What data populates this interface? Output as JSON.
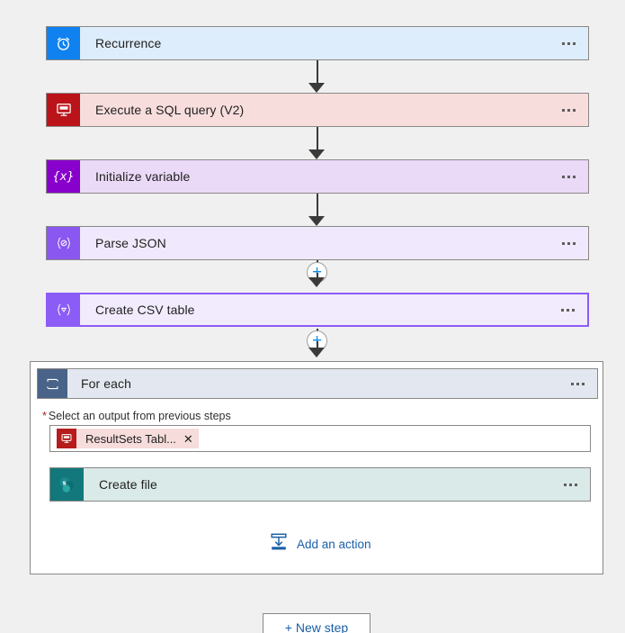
{
  "flow": {
    "steps": [
      {
        "id": "recurrence",
        "label": "Recurrence",
        "icon": "alarm-clock-icon",
        "icon_bg": "#0f82f0",
        "body_bg": "#deedfb",
        "selected": false,
        "ellipsis": "..."
      },
      {
        "id": "execute-sql-query",
        "label": "Execute a SQL query (V2)",
        "icon": "sql-server-icon",
        "icon_bg": "#ba141a",
        "body_bg": "#f7dedd",
        "selected": false,
        "ellipsis": "..."
      },
      {
        "id": "initialize-variable",
        "label": "Initialize variable",
        "icon": "variable-braces-x-icon",
        "icon_bg": "#8800cc",
        "body_bg": "#ead9f7",
        "selected": false,
        "ellipsis": "..."
      },
      {
        "id": "parse-json",
        "label": "Parse JSON",
        "icon": "parse-json-braces-icon",
        "icon_bg": "#8a57f0",
        "body_bg": "#f0e9fd",
        "selected": false,
        "ellipsis": "..."
      },
      {
        "id": "create-csv-table",
        "label": "Create CSV table",
        "icon": "data-operation-braces-icon",
        "icon_bg": "#8b5cf6",
        "body_bg": "#f1ebfd",
        "selected": true,
        "ellipsis": "..."
      }
    ],
    "foreach": {
      "label": "For each",
      "icon": "loop-repeat-icon",
      "icon_bg": "#4a6489",
      "header_bg": "#e3e8f0",
      "ellipsis": "...",
      "field": {
        "required_marker": "*",
        "label": "Select an output from previous steps",
        "token": {
          "text": "ResultSets Tabl...",
          "icon": "sql-server-icon",
          "remove_label": "✕"
        }
      },
      "child_step": {
        "id": "create-file",
        "label": "Create file",
        "icon": "sharepoint-icon",
        "icon_bg": "#13787b",
        "body_bg": "#daeae8",
        "ellipsis": "..."
      },
      "add_action": {
        "label": "Add an action",
        "icon": "add-action-insert-icon"
      }
    },
    "new_step_button": {
      "label": "+ New step"
    },
    "plus_nodes": [
      {
        "symbol": "+",
        "after": "parse-json"
      },
      {
        "symbol": "+",
        "after": "create-csv-table"
      }
    ]
  },
  "colors": {
    "canvas_bg": "#f0f0f0",
    "card_border": "#8a8886",
    "selected_border": "#8b5cf6",
    "connector": "#3b3a39",
    "link_blue": "#1b5fa8",
    "plus_blue": "#0f8ce8",
    "required_red": "#a4262c"
  }
}
